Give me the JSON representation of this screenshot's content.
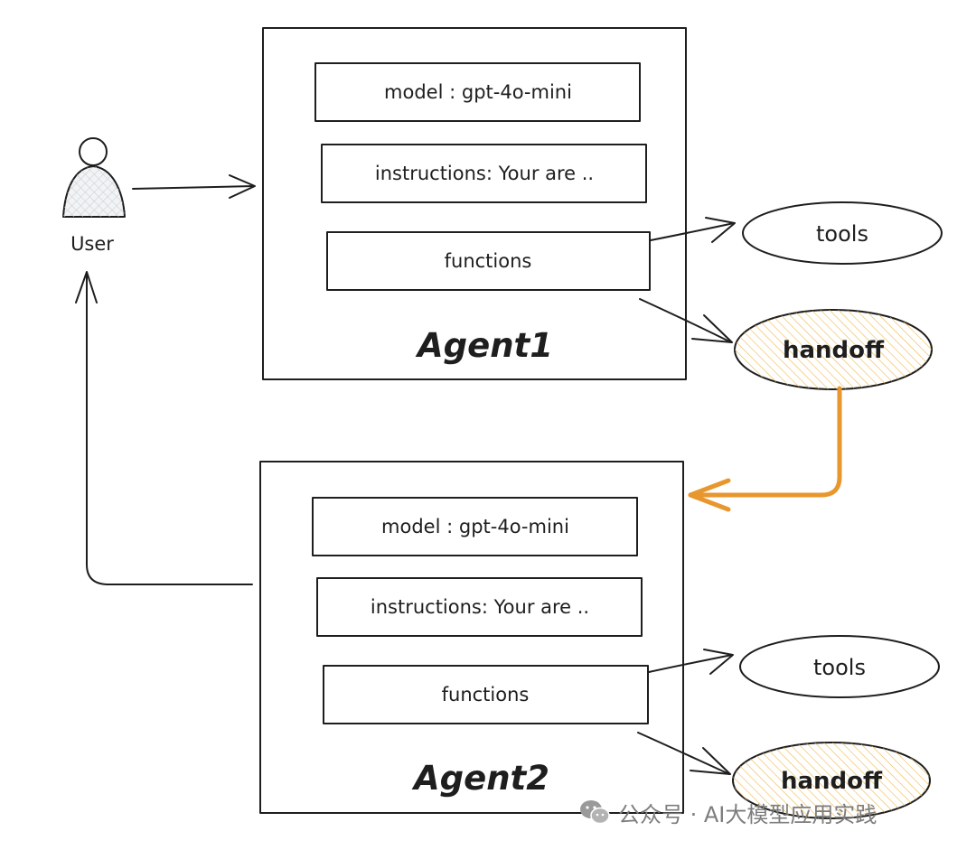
{
  "user": {
    "label": "User"
  },
  "agents": [
    {
      "title": "Agent1",
      "model": "model : gpt-4o-mini",
      "instructions": "instructions: Your are ..",
      "functions": "functions",
      "tools": "tools",
      "handoff": "handoff"
    },
    {
      "title": "Agent2",
      "model": "model : gpt-4o-mini",
      "instructions": "instructions: Your are ..",
      "functions": "functions",
      "tools": "tools",
      "handoff": "handoff"
    }
  ],
  "watermark": "公众号 · AI大模型应用实践",
  "colors": {
    "agent_fill": "#e9ecef",
    "stroke": "#1e1e1e",
    "handoff_fill": "#fbe3a6",
    "handoff_hatch": "#f0b84a",
    "handoff_arrow": "#e8962e",
    "tools_fill": "#f1f3f5"
  },
  "icons": {
    "user": "person-icon",
    "watermark": "wechat-icon"
  }
}
